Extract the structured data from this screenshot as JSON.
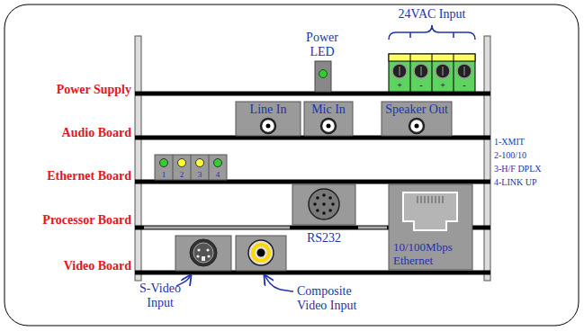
{
  "diagram": {
    "nodes": [
      {
        "text": [
          "Power LED"
        ]
      },
      {
        "text": [
          "24VAC Input"
        ]
      },
      {
        "text": [
          "Line In"
        ]
      },
      {
        "text": [
          "Mic In"
        ]
      },
      {
        "text": [
          "Speaker Out"
        ]
      },
      {
        "text": [
          "RS232"
        ]
      },
      {
        "text": [
          "10/100Mbps Ethernet"
        ]
      }
    ],
    "labels": [
      "+",
      "-",
      "+",
      "-",
      "Power Supply",
      "Audio Board",
      "Ethernet Board",
      "1",
      "2",
      "3",
      "4",
      "1-XMIT",
      "2-100/10",
      "3-H/F DPLX",
      "4-LINK UP",
      "Processor Board",
      "Video Board",
      "S-Video Input",
      "Composite Video Input"
    ]
  }
}
